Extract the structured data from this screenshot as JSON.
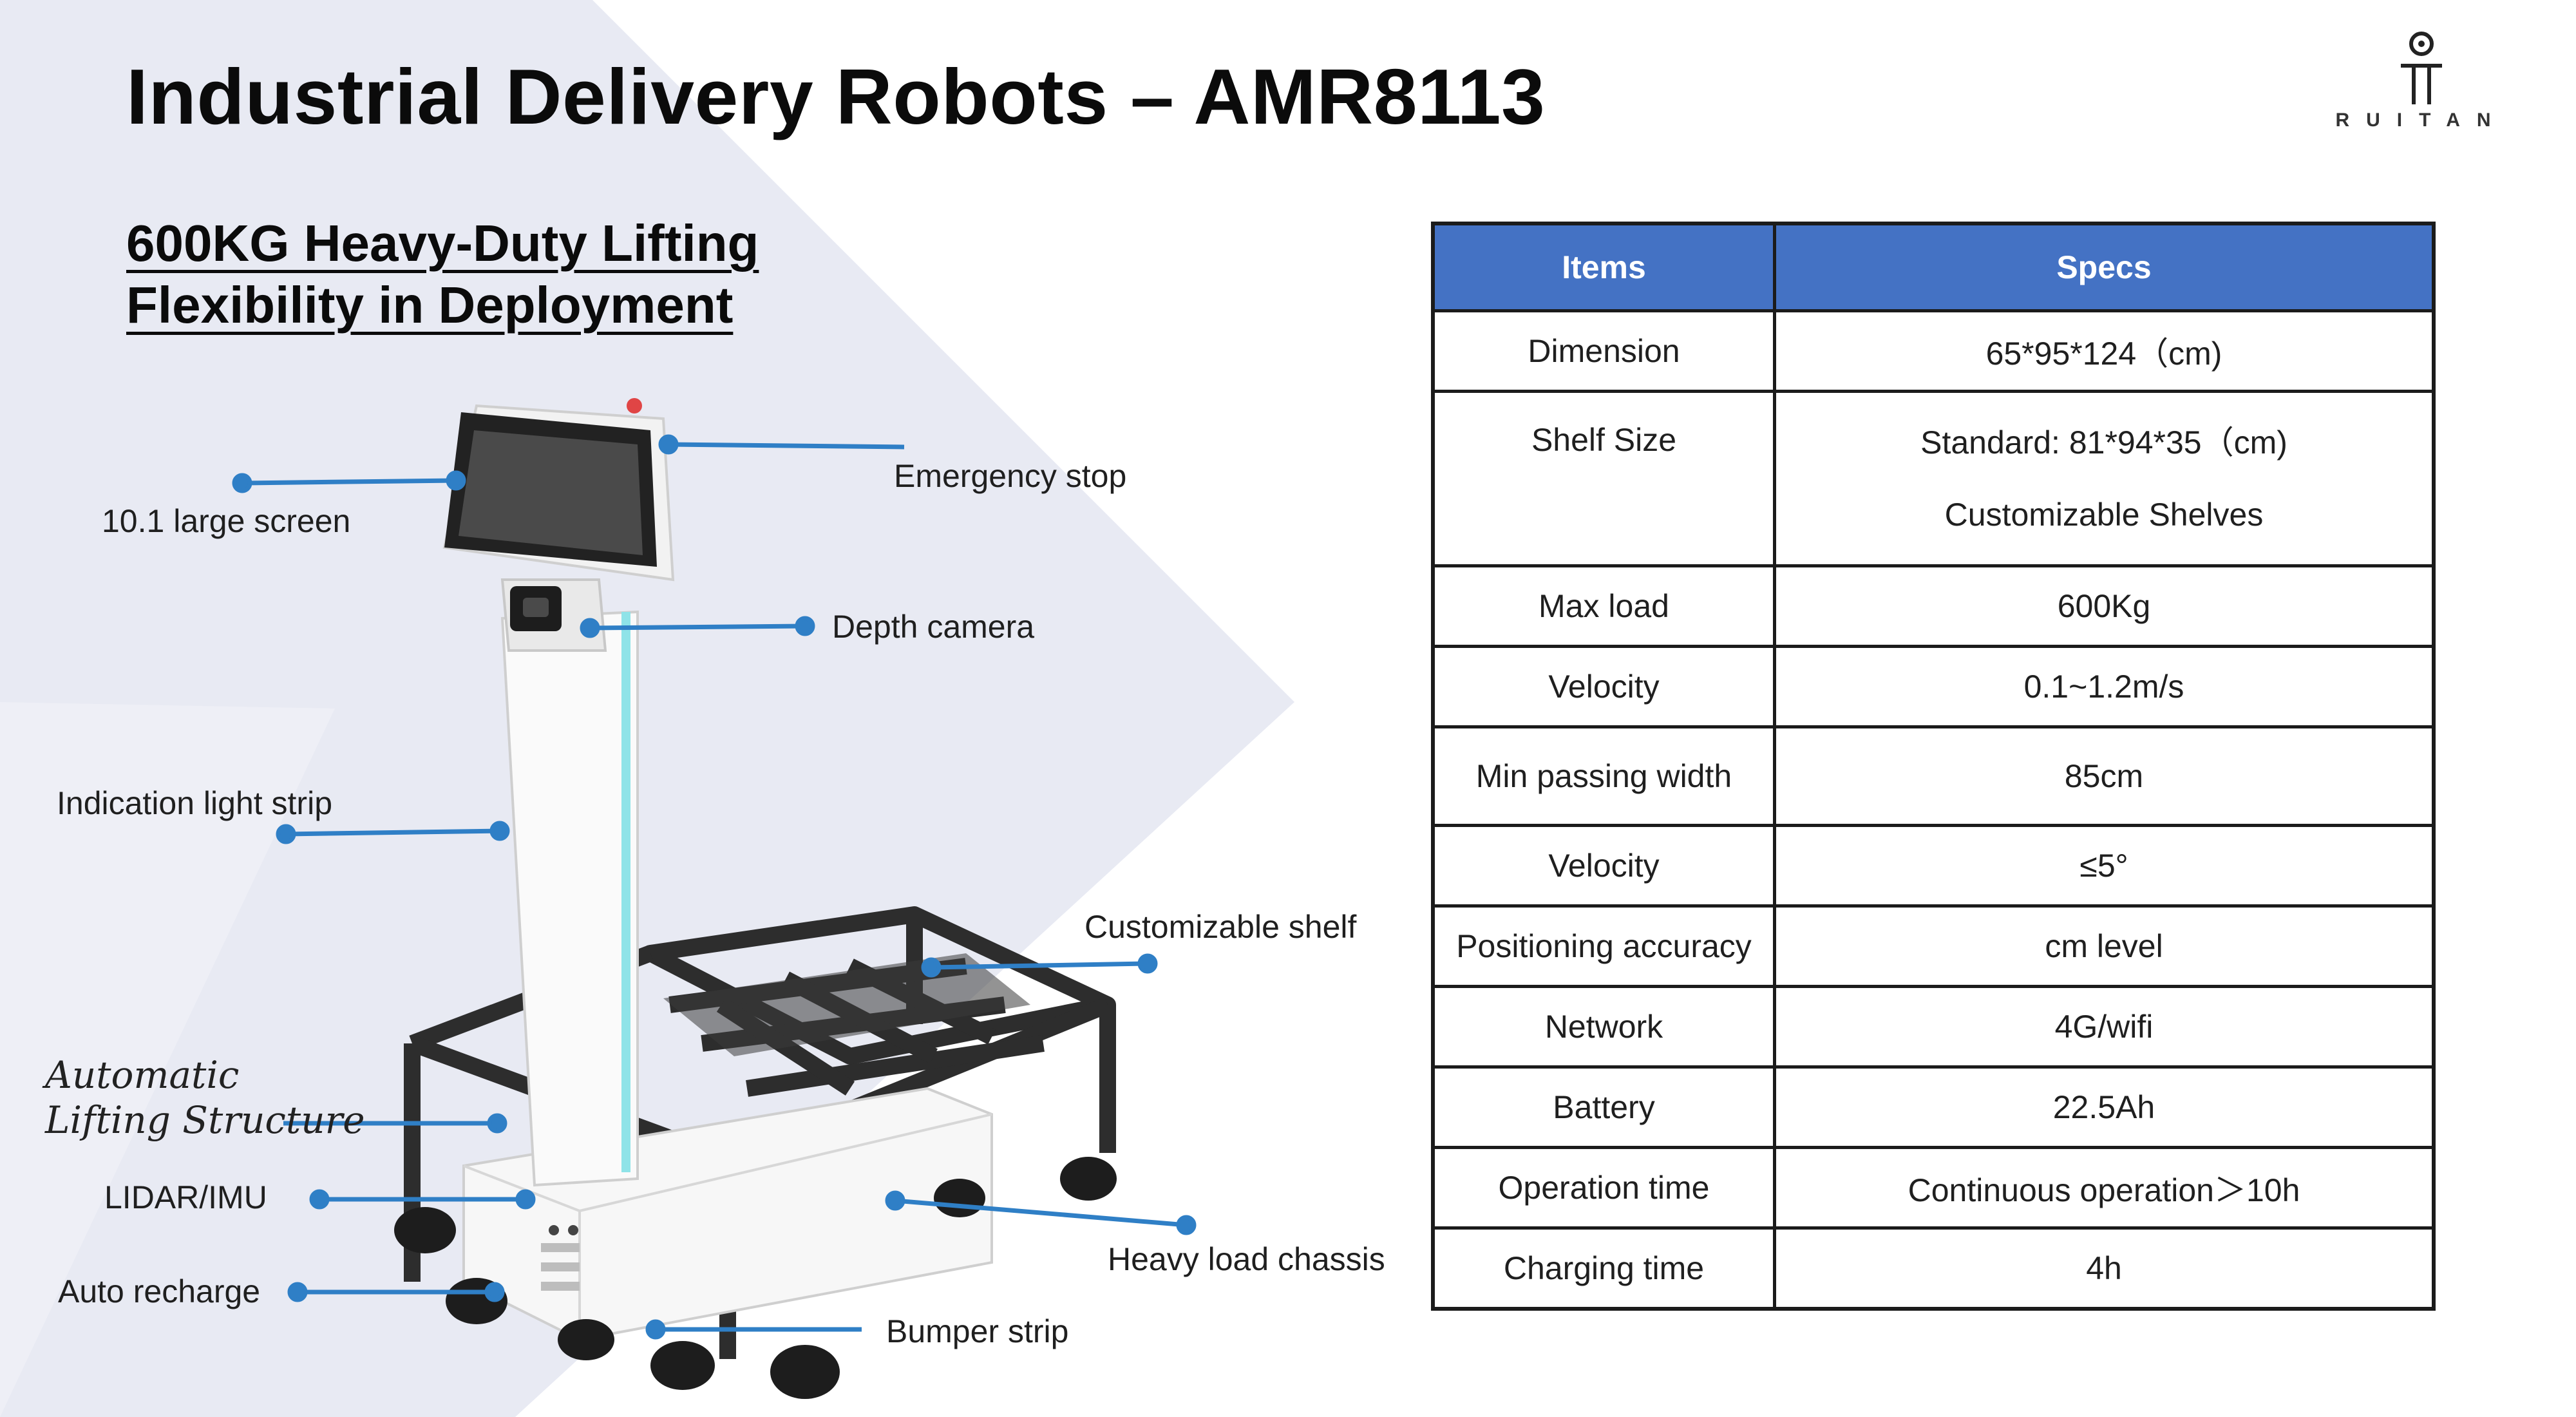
{
  "title": "Industrial Delivery Robots – AMR8113",
  "subtitle": {
    "line1": "600KG Heavy-Duty Lifting",
    "line2": "Flexibility in Deployment"
  },
  "logo": {
    "text": "RUITAN",
    "icon": "ruitan-logo-icon"
  },
  "callouts": {
    "large_screen": "10.1 large screen",
    "emergency_stop": "Emergency stop",
    "depth_camera": "Depth camera",
    "light_strip": "Indication light strip",
    "custom_shelf": "Customizable shelf",
    "lifting_line1": "Automatic",
    "lifting_line2": "Lifting Structure",
    "lidar": "LIDAR/IMU",
    "auto_recharge": "Auto recharge",
    "chassis": "Heavy load chassis",
    "bumper": "Bumper strip"
  },
  "table": {
    "header": {
      "items": "Items",
      "specs": "Specs"
    },
    "rows": [
      {
        "item": "Dimension",
        "spec": "65*95*124（cm)"
      },
      {
        "item": "Shelf Size",
        "spec": "Standard: 81*94*35（cm)",
        "spec2": "Customizable Shelves"
      },
      {
        "item": "Max load",
        "spec": "600Kg"
      },
      {
        "item": "Velocity",
        "spec": "0.1~1.2m/s"
      },
      {
        "item": "Min passing width",
        "spec": "85cm"
      },
      {
        "item": "Velocity",
        "spec": "≤5°"
      },
      {
        "item": "Positioning accuracy",
        "spec": "cm level"
      },
      {
        "item": "Network",
        "spec": "4G/wifi"
      },
      {
        "item": "Battery",
        "spec": "22.5Ah"
      },
      {
        "item": "Operation time",
        "spec": "Continuous operation＞10h"
      },
      {
        "item": "Charging time",
        "spec": "4h"
      }
    ]
  },
  "colors": {
    "table_header": "#4472c4",
    "callout_line": "#2f7fc6",
    "chevron": "#e7e9f3"
  }
}
